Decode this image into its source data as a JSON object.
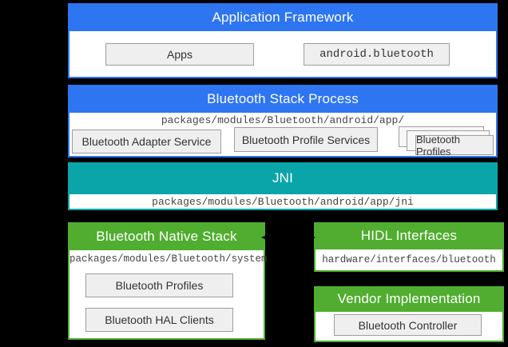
{
  "colors": {
    "background": "#000000",
    "blue_header": "#2e75f2",
    "teal_header": "#0aa5a8",
    "green_header": "#50ad30",
    "box_fill": "#efefef",
    "box_border": "#9e9e9e",
    "header_text": "#ffffff",
    "path_text": "#444444",
    "label_text": "#333333",
    "arrow": "#000000"
  },
  "blocks": {
    "app_framework": {
      "title": "Application Framework",
      "items": {
        "apps": "Apps",
        "android_bluetooth": "android.bluetooth"
      }
    },
    "stack_process": {
      "title": "Bluetooth Stack Process",
      "path": "packages/modules/Bluetooth/android/app/",
      "items": {
        "adapter_service": "Bluetooth Adapter Service",
        "profile_services": "Bluetooth Profile Services",
        "profiles_stack": "Bluetooth Profiles"
      }
    },
    "jni": {
      "title": "JNI",
      "path": "packages/modules/Bluetooth/android/app/jni"
    },
    "native_stack": {
      "title": "Bluetooth Native Stack",
      "path": "packages/modules/Bluetooth/system",
      "items": {
        "profiles": "Bluetooth Profiles",
        "hal_clients": "Bluetooth HAL Clients"
      }
    },
    "hidl": {
      "title": "HIDL Interfaces",
      "path": "hardware/interfaces/bluetooth"
    },
    "vendor": {
      "title": "Vendor Implementation",
      "items": {
        "controller": "Bluetooth Controller"
      }
    }
  },
  "connections": {
    "native_to_hidl": "bidirectional-arrow"
  }
}
